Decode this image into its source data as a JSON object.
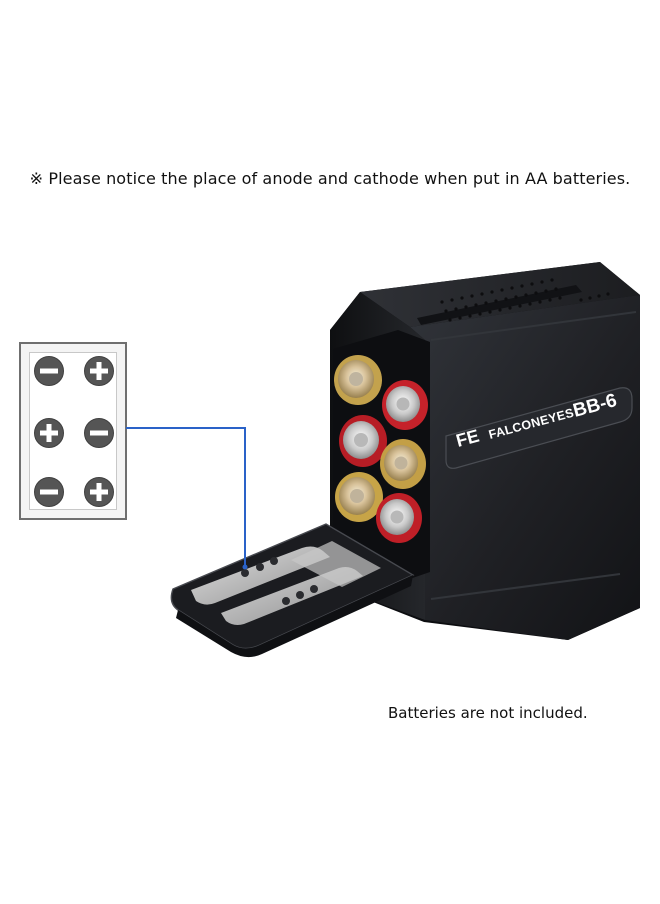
{
  "notice": {
    "text": "※ Please notice the place of anode and cathode when put in AA batteries."
  },
  "product": {
    "brand": "FALCONEYES",
    "model": "BB-6",
    "brand_mark": "FE"
  },
  "polarity": {
    "rows": [
      [
        "minus",
        "plus"
      ],
      [
        "plus",
        "minus"
      ],
      [
        "minus",
        "plus"
      ]
    ]
  },
  "footer": {
    "text": "Batteries are not included."
  },
  "colors": {
    "body": "#1c1d20",
    "body_light": "#2d2f33",
    "diagram_border": "#6f6f6f",
    "connector_line": "#2a62c8",
    "battery_red": "#c9242c",
    "battery_gold": "#c8a13b"
  }
}
